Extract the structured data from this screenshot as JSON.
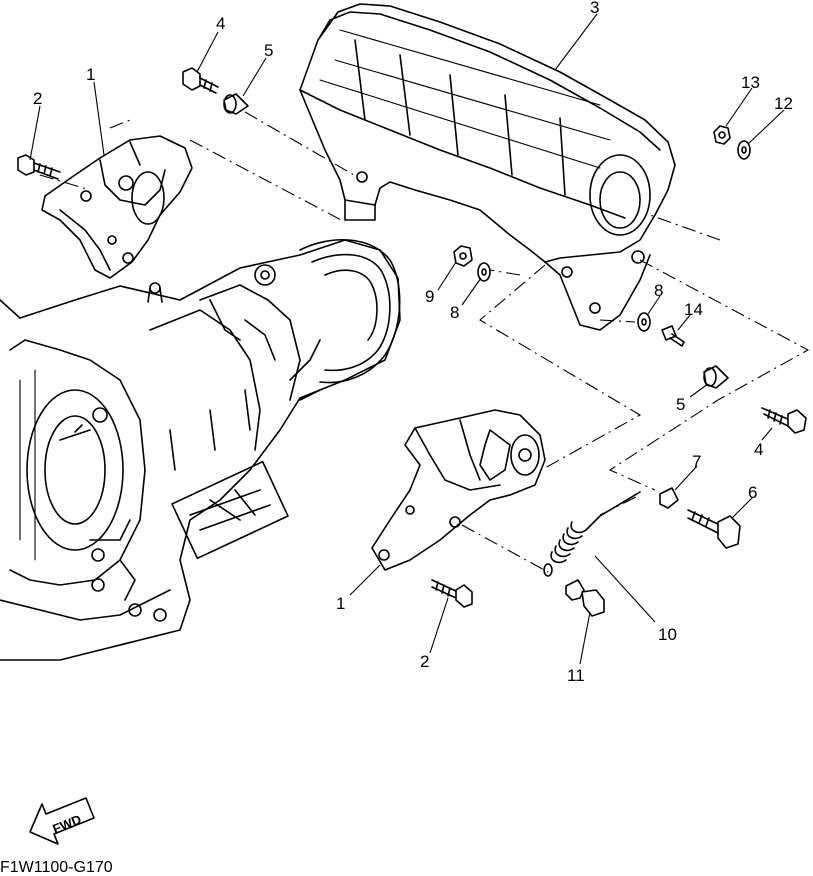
{
  "diagram_code": "F1W1100-G170",
  "fwd_label": "FWD",
  "callouts": {
    "c1a": "1",
    "c1b": "1",
    "c2a": "2",
    "c2b": "2",
    "c3": "3",
    "c4a": "4",
    "c4b": "4",
    "c5a": "5",
    "c5b": "5",
    "c6": "6",
    "c7": "7",
    "c8a": "8",
    "c8b": "8",
    "c9": "9",
    "c10": "10",
    "c11": "11",
    "c12": "12",
    "c13": "13",
    "c14": "14"
  }
}
